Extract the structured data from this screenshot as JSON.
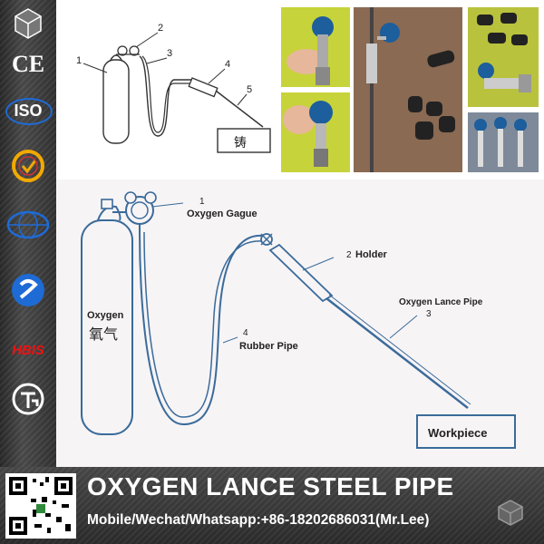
{
  "sketch": {
    "callouts": [
      "1",
      "2",
      "3",
      "4",
      "5"
    ],
    "base_glyph": "铸"
  },
  "badges": {
    "ce": "CE",
    "iso": "ISO",
    "hbis": "HBIS"
  },
  "diagram": {
    "gauge_label": "Oxygen Gague",
    "gauge_number": "1",
    "holder_label": "Holder",
    "holder_number": "2",
    "lance_label": "Oxygen Lance Pipe",
    "lance_number": "3",
    "rubber_label": "Rubber Pipe",
    "rubber_number": "4",
    "cylinder_label_en": "Oxygen",
    "cylinder_label_cn": "氧气",
    "workpiece_label": "Workpiece"
  },
  "banner": {
    "title": "OXYGEN LANCE STEEL PIPE",
    "contact": "Mobile/Wechat/Whatsapp:+86-18202686031(Mr.Lee)"
  },
  "colors": {
    "photo_green": "#c7d33a",
    "valve_blue": "#1d5e9c",
    "iso_blue": "#1e6bd6",
    "hbis_red": "#e11111"
  }
}
